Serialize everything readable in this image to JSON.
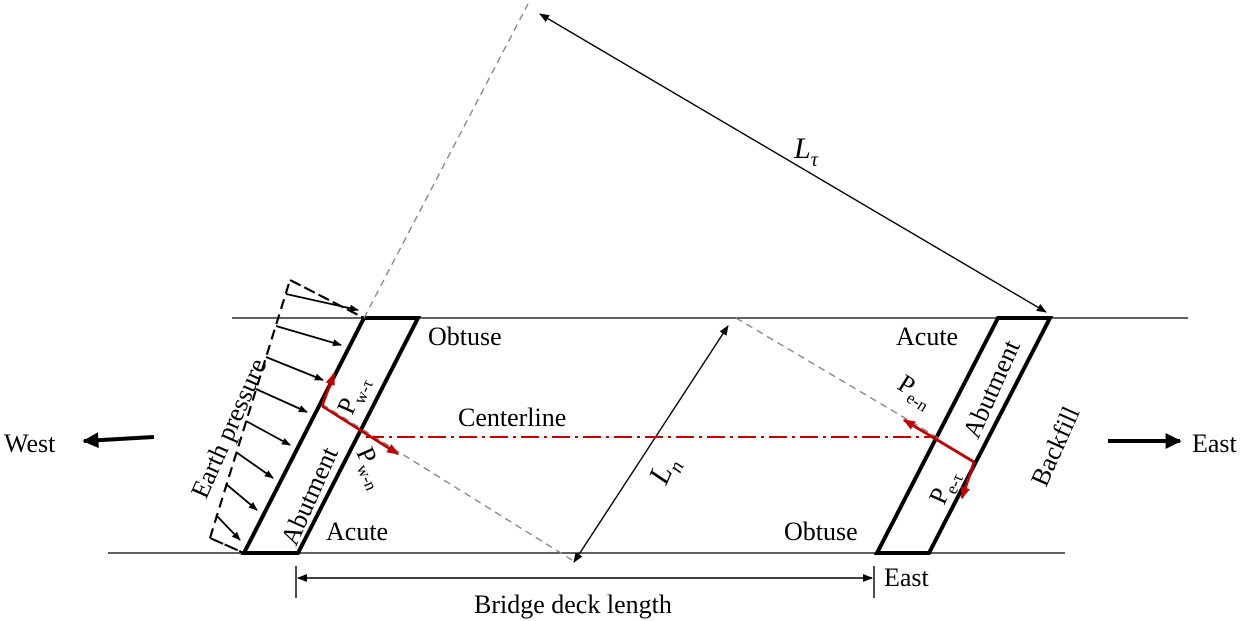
{
  "labels": {
    "west": "West",
    "east_dir": "East",
    "east_bottom": "East",
    "obtuse_top": "Obtuse",
    "acute_top": "Acute",
    "acute_bottom": "Acute",
    "obtuse_bottom": "Obtuse",
    "centerline": "Centerline",
    "earth_pressure": "Earth pressure",
    "abutment_west": "Abutment",
    "abutment_east": "Abutment",
    "backfill": "Backfill",
    "bridge_deck_length": "Bridge deck length",
    "l_tau_main": "L",
    "l_tau_sub": "τ",
    "l_n_main": "L",
    "l_n_sub": "n",
    "p_w_tau_main": "P",
    "p_w_tau_sub": "w-τ",
    "p_w_n_main": "P",
    "p_w_n_sub": "w-n",
    "p_e_n_main": "P",
    "p_e_n_sub": "e-n",
    "p_e_tau_main": "P",
    "p_e_tau_sub": "e-τ"
  },
  "colors": {
    "line": "#000000",
    "force": "#c00000",
    "guide": "#888888"
  }
}
